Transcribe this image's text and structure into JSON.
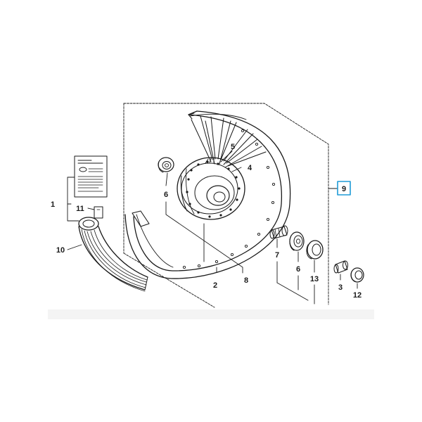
{
  "diagram": {
    "callouts": {
      "c1": "1",
      "c2": "2",
      "c3": "3",
      "c4": "4",
      "c5": "5",
      "c6a": "6",
      "c6b": "6",
      "c7": "7",
      "c8": "8",
      "c9": "9",
      "c10": "10",
      "c11": "11",
      "c12": "12",
      "c13": "13"
    },
    "colors": {
      "line": "#1a1a1a",
      "highlight": "#1e9bd7"
    }
  }
}
